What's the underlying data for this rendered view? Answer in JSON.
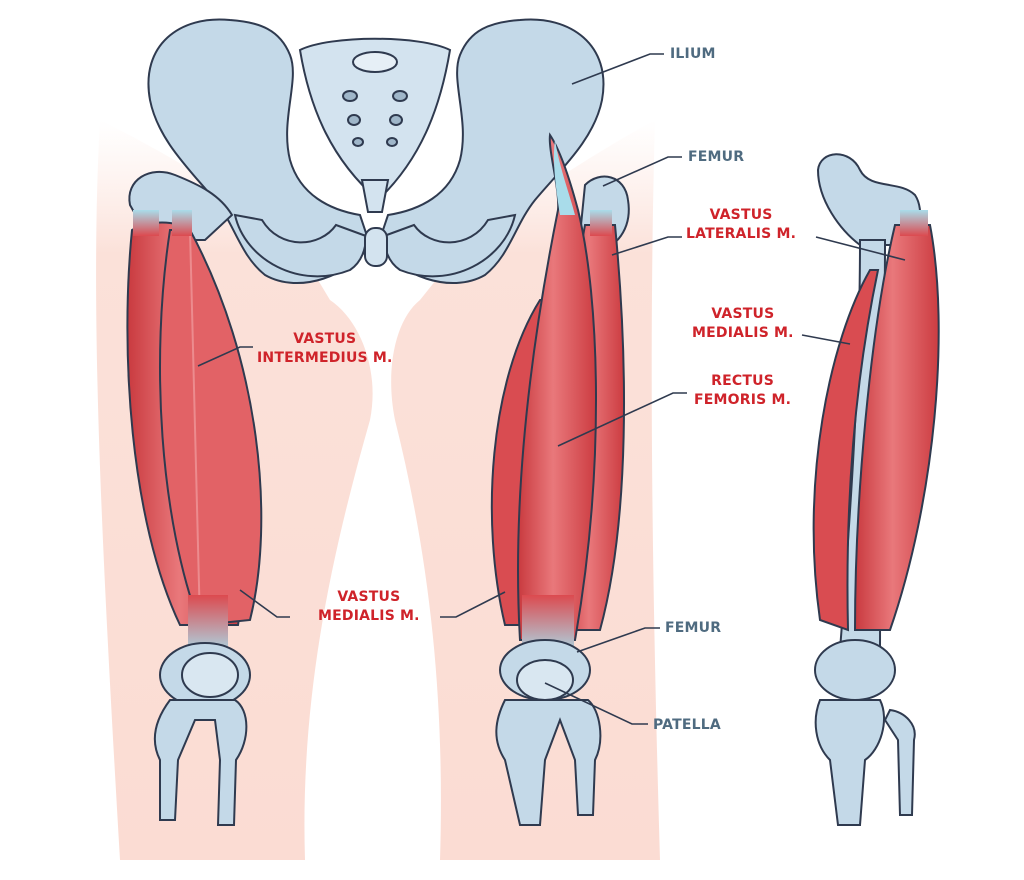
{
  "labels": {
    "ilium": "ILIUM",
    "femur_top": "FEMUR",
    "vastus_lateralis": {
      "line1": "VASTUS",
      "line2": "LATERALIS M."
    },
    "vastus_medialis_right": {
      "line1": "VASTUS",
      "line2": "MEDIALIS M."
    },
    "rectus_femoris": {
      "line1": "RECTUS",
      "line2": "FEMORIS M."
    },
    "vastus_intermedius": {
      "line1": "VASTUS",
      "line2": "INTERMEDIUS M."
    },
    "vastus_medialis_center": {
      "line1": "VASTUS",
      "line2": "MEDIALIS M."
    },
    "femur_bottom": "FEMUR",
    "patella": "PATELLA"
  },
  "colors": {
    "bone_fill": "#c4d9e8",
    "bone_stroke": "#2f3a4f",
    "muscle_fill": "#dc4a4f",
    "muscle_dark": "#c63338",
    "skin": "#fbe3dc",
    "tendon": "#a9dcea",
    "bone_label": "#4f6b80",
    "muscle_label": "#cf232a",
    "leader": "#2f3a4f"
  }
}
